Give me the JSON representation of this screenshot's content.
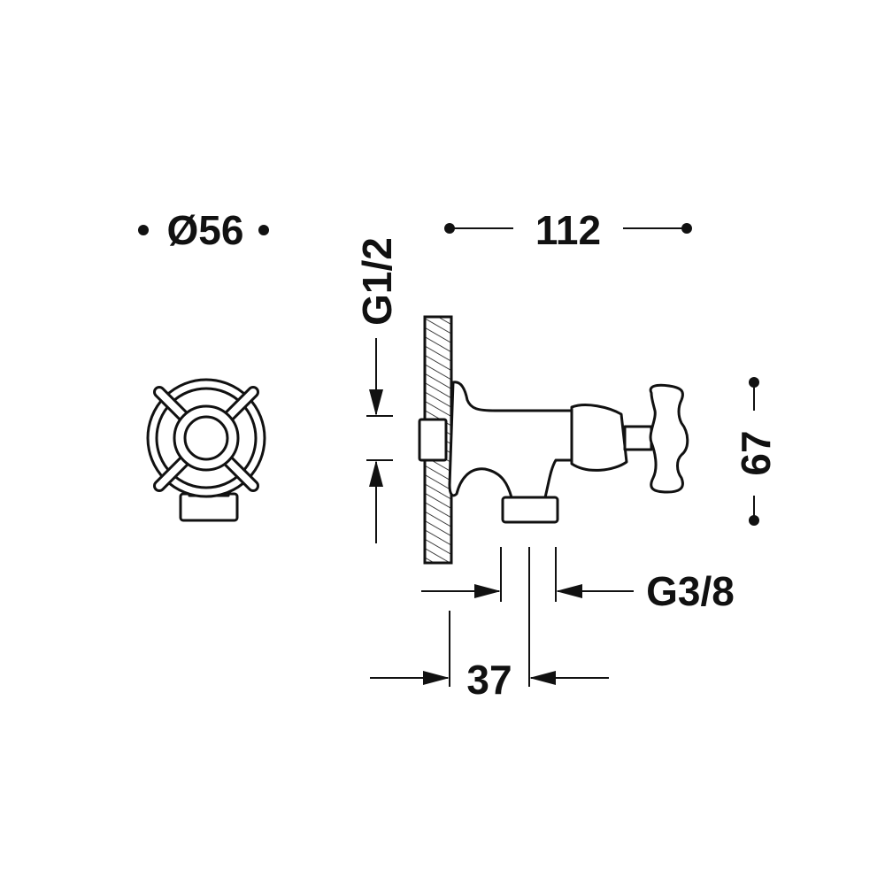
{
  "dimensions": {
    "diameter": "Ø56",
    "length": "112",
    "height": "67",
    "inlet_thread": "G1/2",
    "outlet_thread": "G3/8",
    "offset": "37"
  },
  "colors": {
    "line": "#111111",
    "background": "#ffffff"
  }
}
